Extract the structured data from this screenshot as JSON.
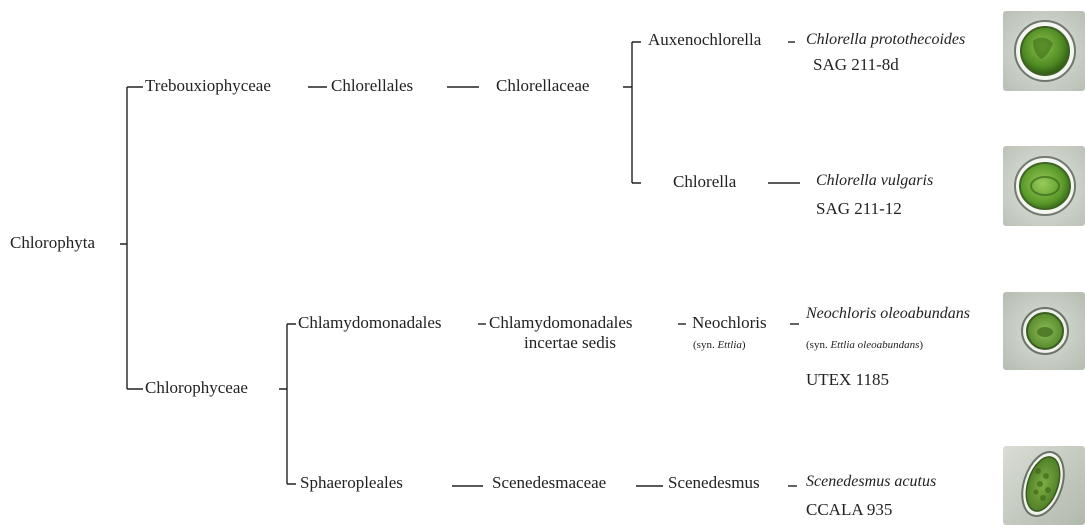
{
  "tree": {
    "root": "Chlorophyta",
    "classes": [
      "Trebouxiophyceae",
      "Chlorophyceae"
    ],
    "orders": [
      "Chlorellales",
      "Chlamydomonadales",
      "Sphaeropleales"
    ],
    "families": [
      "Chlorellaceae",
      "Chlamydomonadales",
      "incertae sedis",
      "Scenedesmaceae"
    ],
    "genera": [
      "Auxenochlorella",
      "Chlorella",
      "Neochloris",
      "(syn. ",
      "Ettlia",
      ")",
      "Scenedesmus"
    ]
  },
  "species": [
    {
      "name": "Chlorella protothecoides",
      "strain": "SAG 211-8d"
    },
    {
      "name": "Chlorella vulgaris",
      "strain": "SAG 211-12"
    },
    {
      "name": "Neochloris oleoabundans",
      "synonym_prefix": "(syn. ",
      "synonym": "Ettlia oleoabundans",
      "synonym_suffix": ")",
      "strain": "UTEX 1185"
    },
    {
      "name": "Scenedesmus acutus",
      "strain": "CCALA 935"
    }
  ],
  "colors": {
    "line": "#222222",
    "cell_green": "#5f9a2e",
    "photo_bg": "#c9cfc6"
  },
  "icons": [
    "algae-cell-photo",
    "algae-cell-photo",
    "algae-cell-photo",
    "algae-cell-photo"
  ]
}
